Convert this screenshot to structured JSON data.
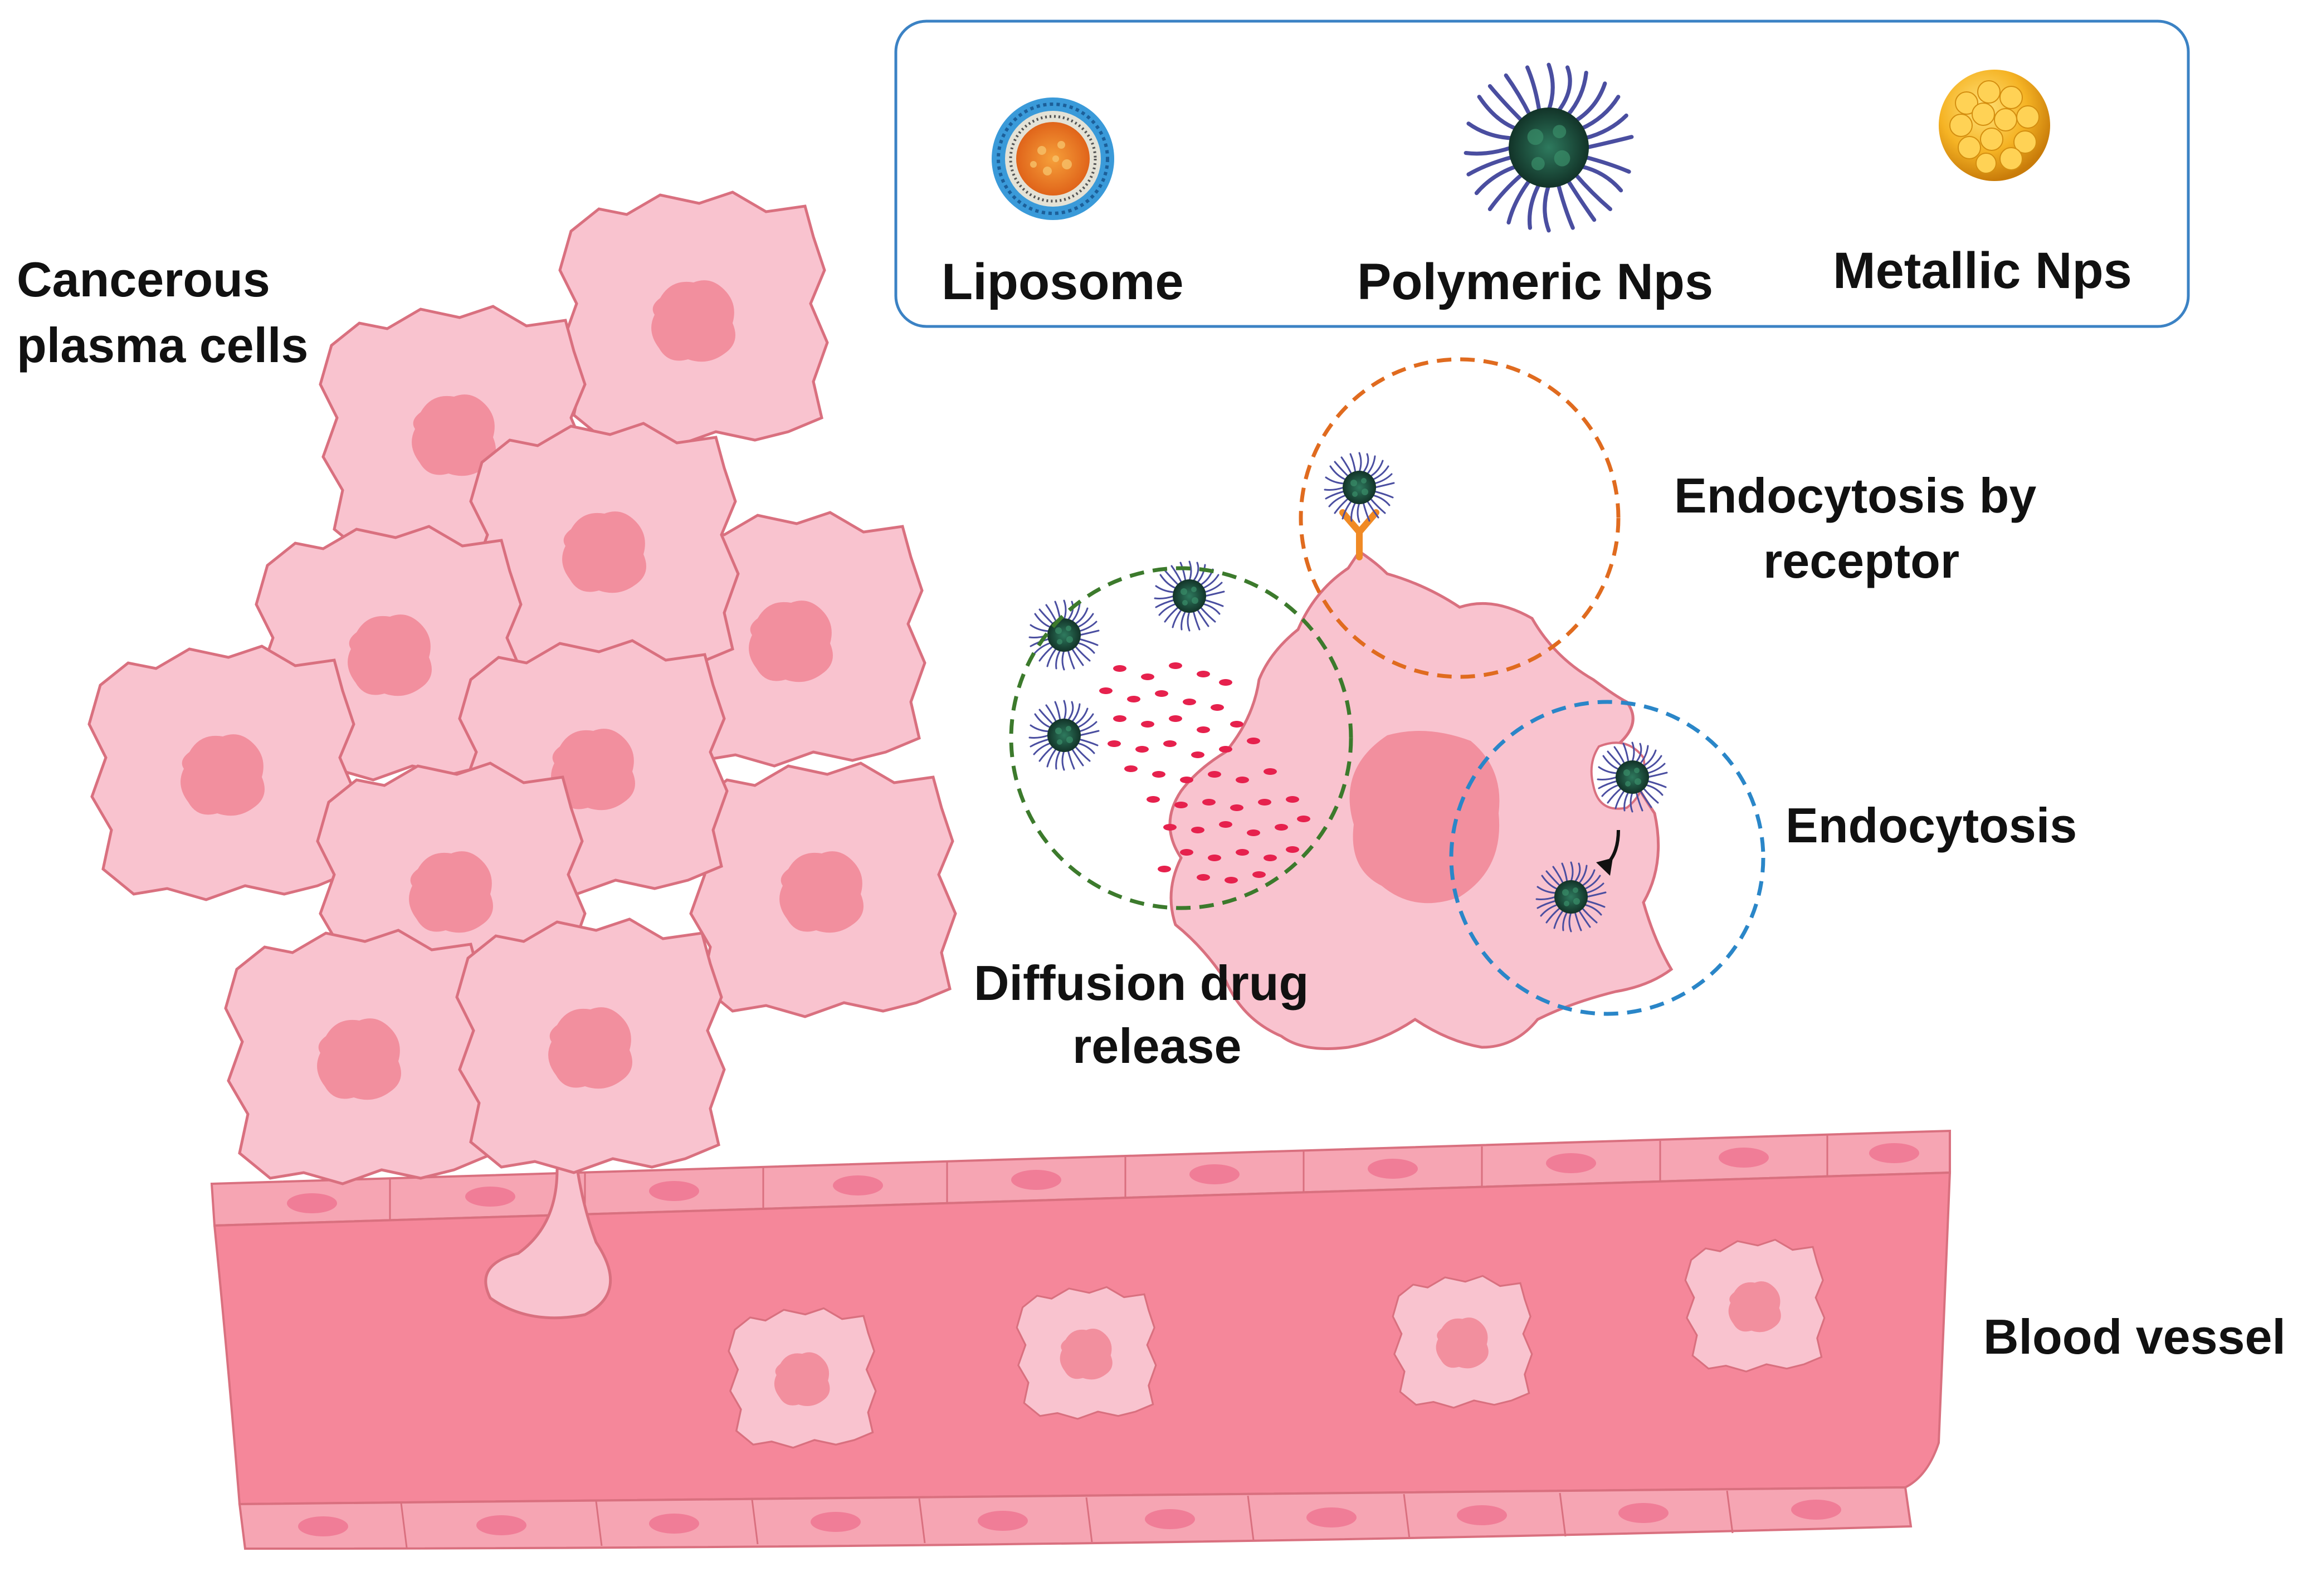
{
  "legend": {
    "items": [
      {
        "label": "Liposome",
        "icon": "liposome-icon"
      },
      {
        "label": "Polymeric Nps",
        "icon": "polymeric-np-icon"
      },
      {
        "label": "Metallic Nps",
        "icon": "metallic-np-icon"
      }
    ]
  },
  "labels": {
    "cancer_line1": "Cancerous",
    "cancer_line2": "plasma cells",
    "receptor_line1": "Endocytosis by",
    "receptor_line2": "receptor",
    "endocytosis": "Endocytosis",
    "diffusion_line1": "Diffusion drug",
    "diffusion_line2": "release",
    "vessel": "Blood vessel"
  },
  "colors": {
    "cell_fill": "#f9c3cf",
    "cell_stroke": "#d9707f",
    "nucleus": "#f28f9e",
    "vessel_wall": "#f5879a",
    "vessel_cells": "#f6a5b3",
    "drug_particles": "#e6214d",
    "circle_diffusion": "#3c7a2c",
    "circle_receptor": "#e06b1f",
    "circle_endocytosis": "#2a86c8",
    "legend_border": "#3b82c4",
    "np_core": "#1e4d3c",
    "np_corona": "#4a4ea0",
    "metallic": "#f5b324",
    "receptor": "#f08a25"
  }
}
